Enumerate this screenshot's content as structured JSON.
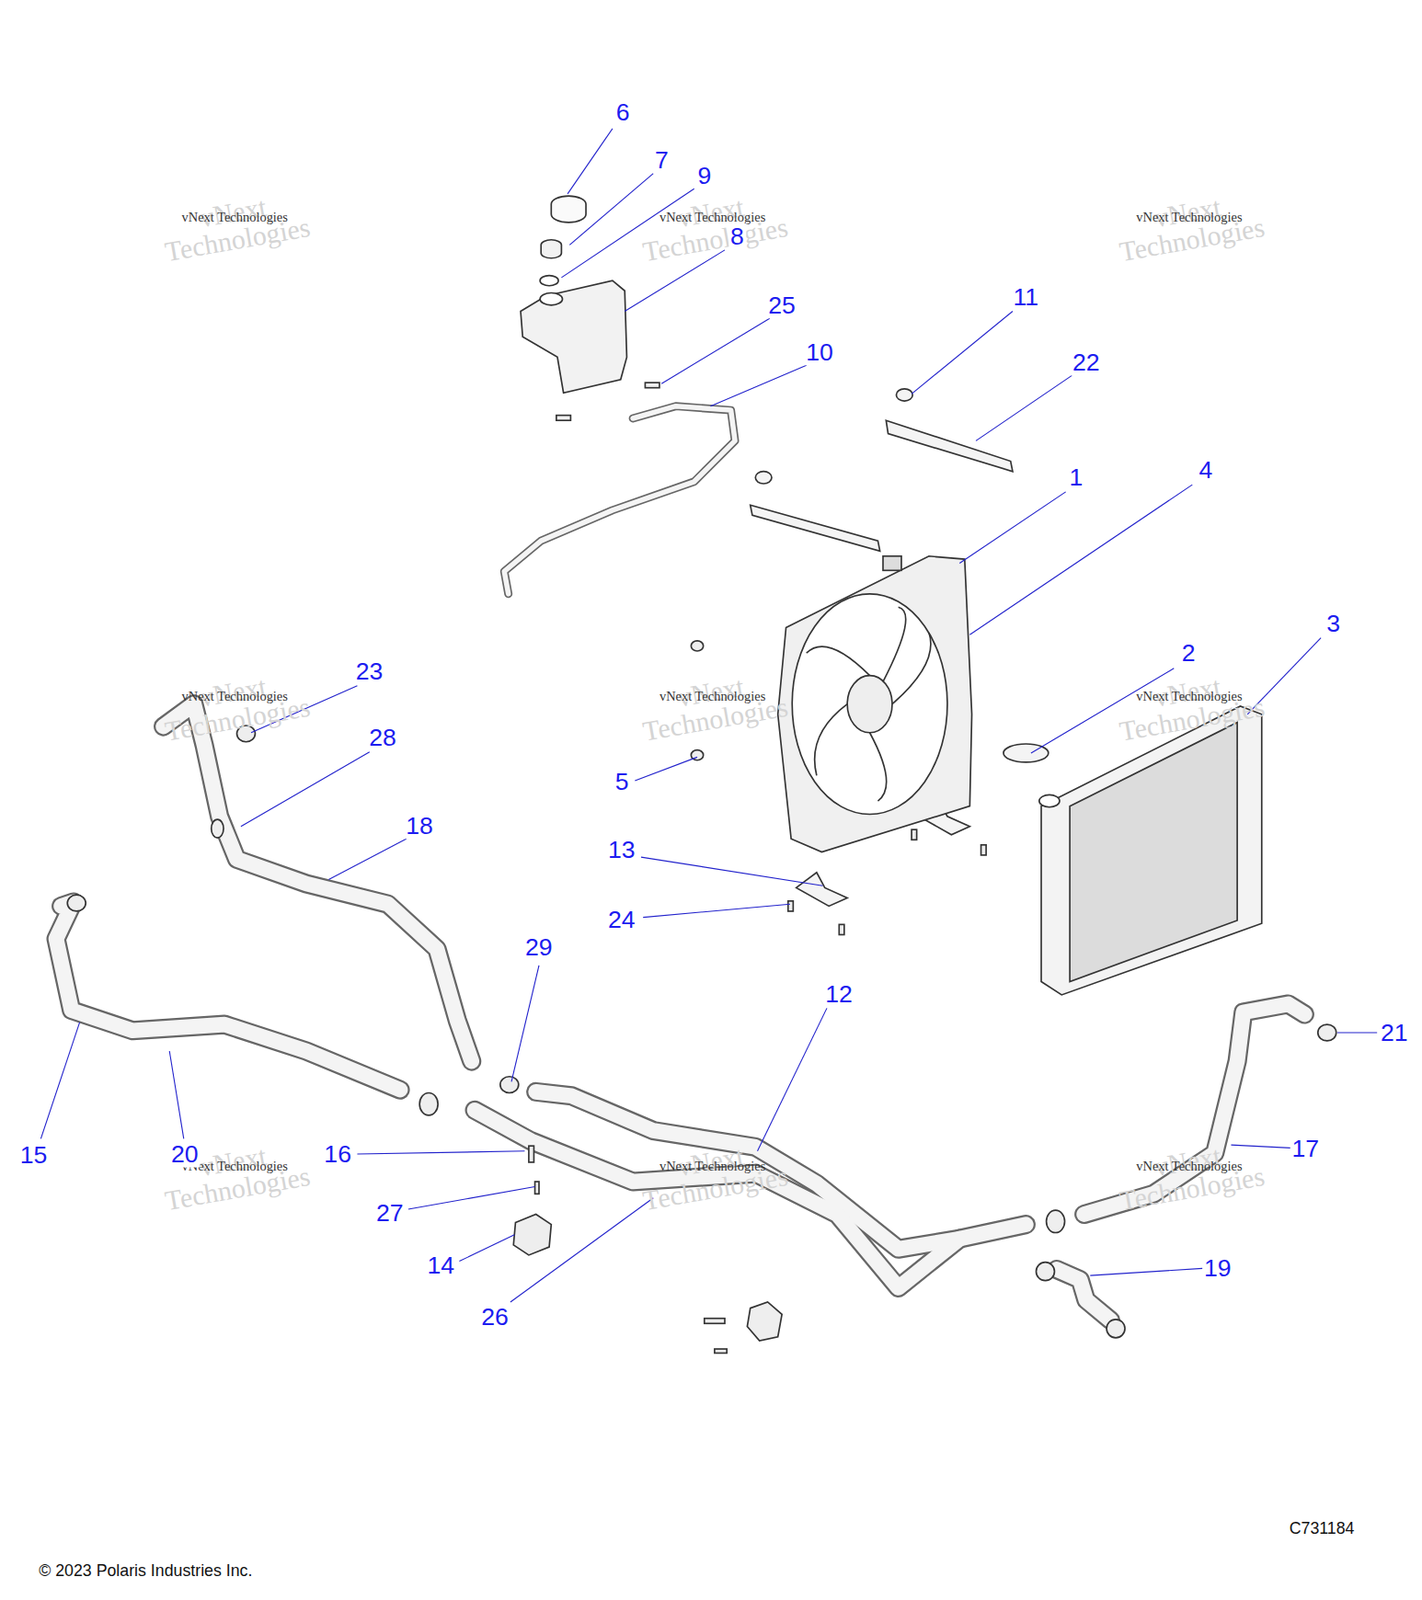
{
  "diagram": {
    "labels": [
      "6",
      "7",
      "9",
      "8",
      "25",
      "10",
      "11",
      "22",
      "1",
      "4",
      "3",
      "2",
      "23",
      "28",
      "18",
      "5",
      "13",
      "24",
      "29",
      "12",
      "21",
      "17",
      "15",
      "20",
      "16",
      "27",
      "14",
      "26",
      "19",
      "C731184",
      "© 2023 Polaris Industries Inc.",
      "vNext Technologies",
      "vNext Technologies",
      "vNext Technologies",
      "vNext Technologies",
      "vNext Technologies",
      "vNext Technologies",
      "vNext Technologies",
      "vNext Technologies",
      "vNext Technologies",
      "vNext Technologies",
      "vNext Technologies",
      "vNext Technologies",
      "vNext Technologies",
      "vNext Technologies",
      "vNext Technologies",
      "vNext Technologies",
      "vNext Technologies",
      "vNext Technologies"
    ]
  }
}
